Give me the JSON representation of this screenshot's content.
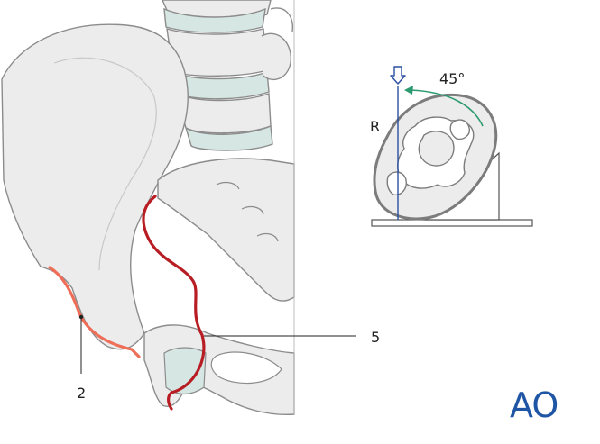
{
  "labels": {
    "callout_left": "2",
    "callout_right": "5",
    "view_letter": "R",
    "angle": "45°"
  },
  "logo": {
    "text": "AO"
  },
  "colors": {
    "bone_fill": "#ececec",
    "bone_line": "#8c8c8c",
    "vertebra_disc": "#d5e6e3",
    "red_line": "#b81d24",
    "orange_line": "#ee6e57",
    "rotation_arrow": "#2c9a6f",
    "beam": "#2a4fa2",
    "logo": "#1e55a4"
  },
  "icons": {
    "beam_arrow": "down-arrow-icon",
    "rotation": "curved-arrow-icon"
  }
}
